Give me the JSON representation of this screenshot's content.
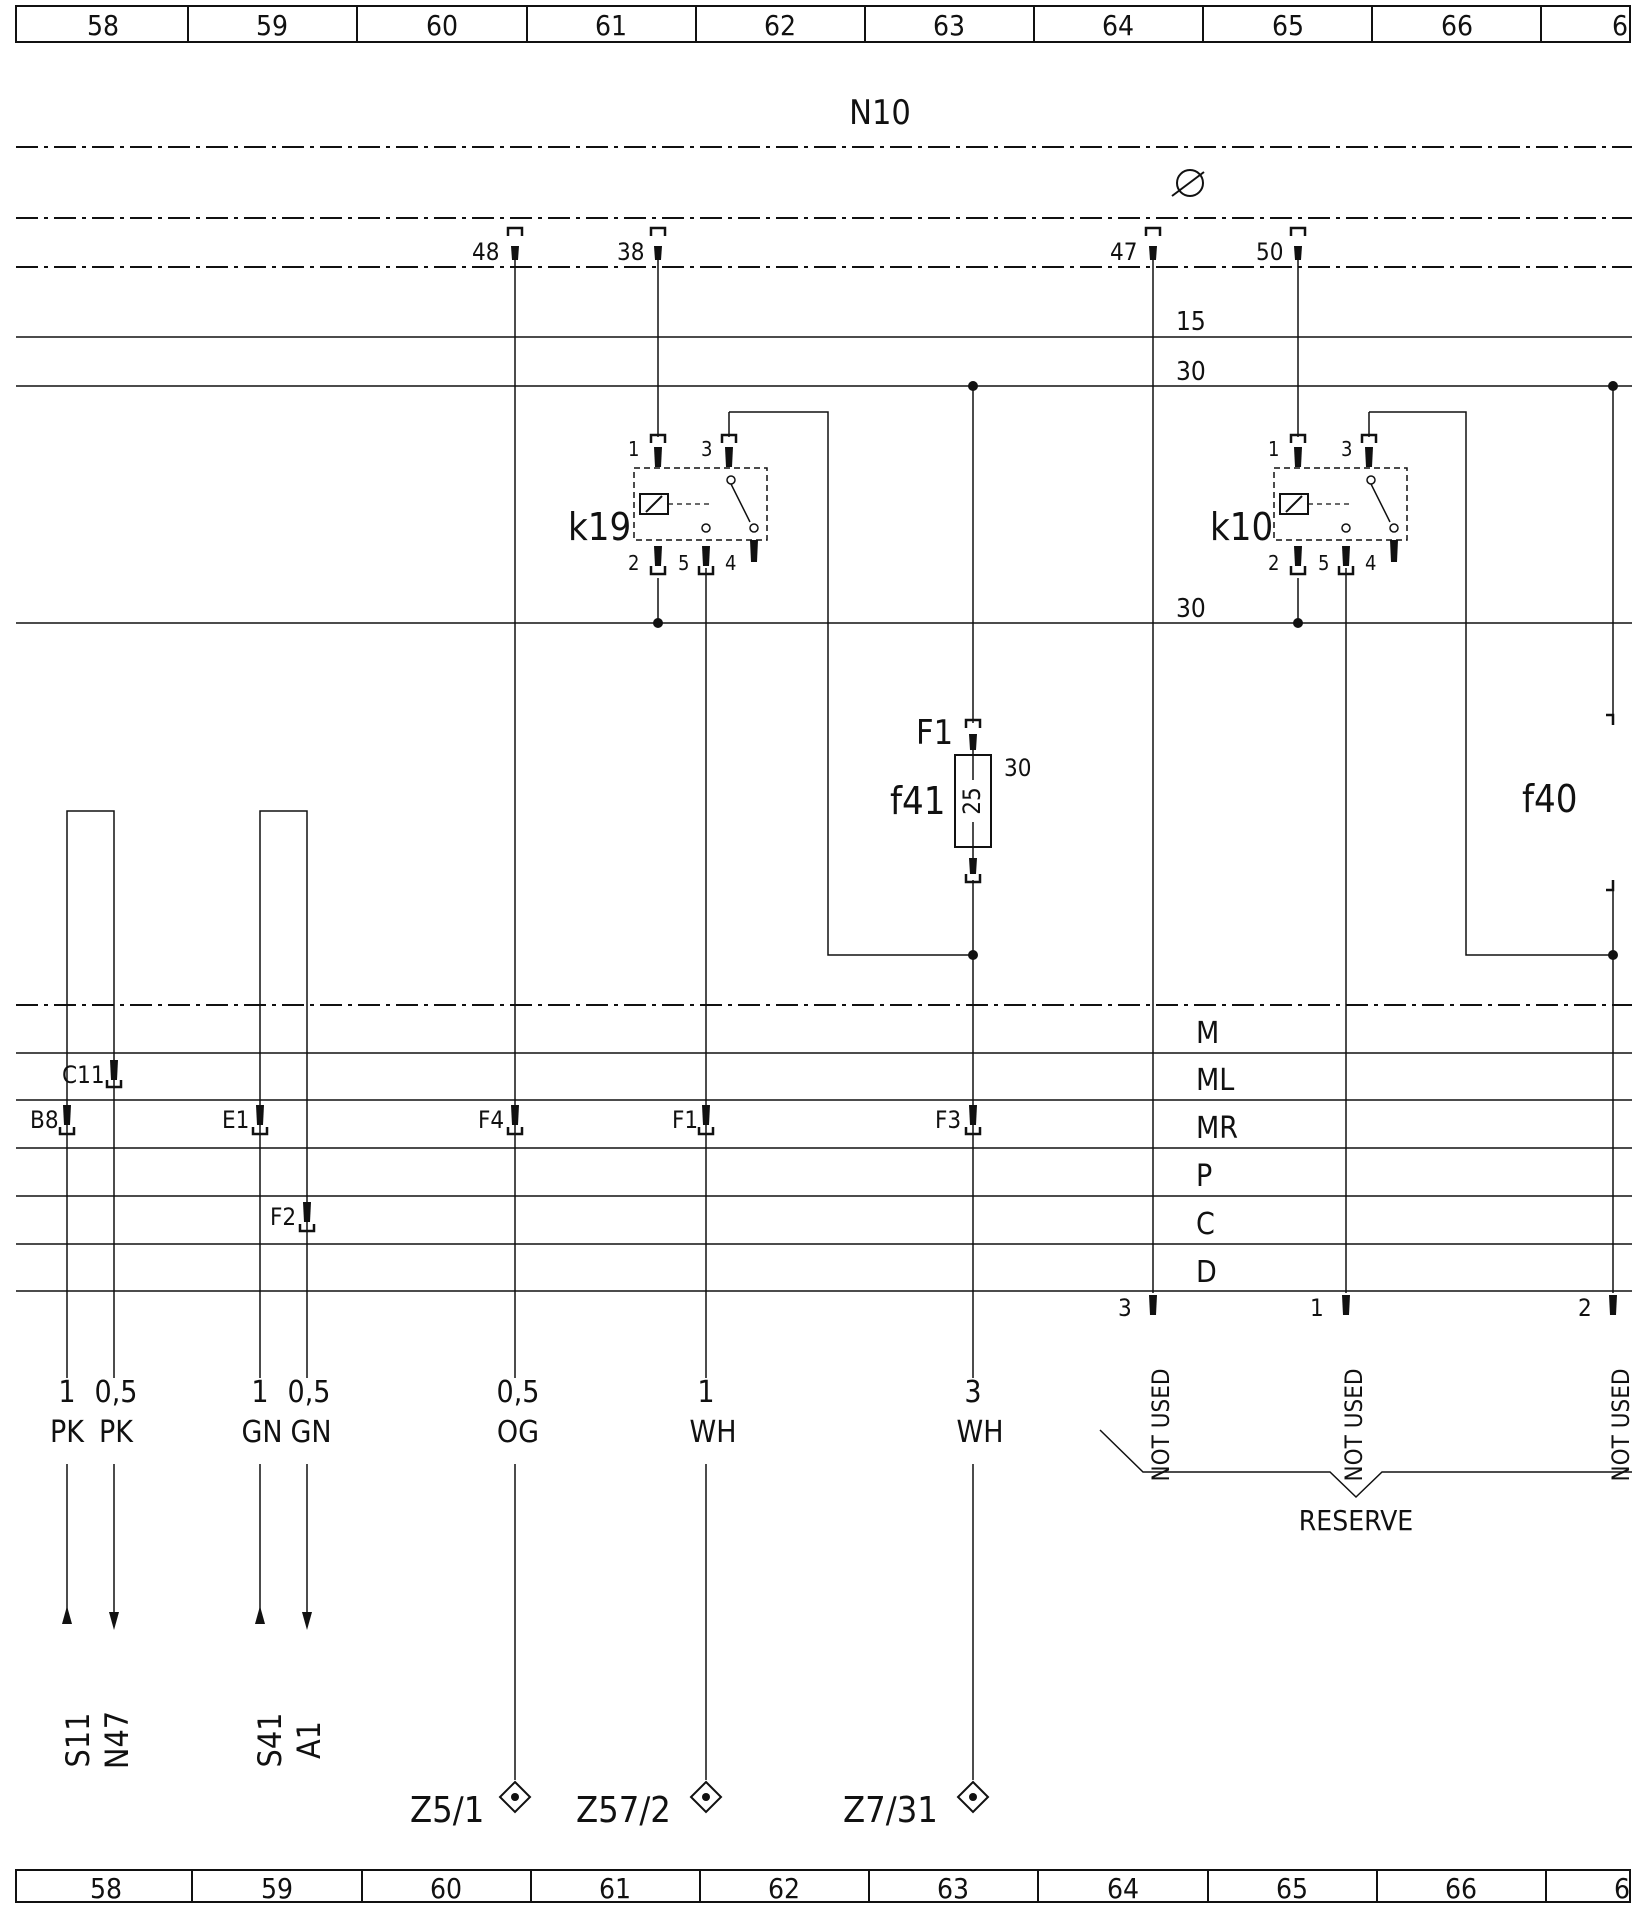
{
  "grid_top": [
    "58",
    "59",
    "60",
    "61",
    "62",
    "63",
    "64",
    "65",
    "66",
    "6"
  ],
  "grid_bottom": [
    "58",
    "59",
    "60",
    "61",
    "62",
    "63",
    "64",
    "65",
    "66",
    "6"
  ],
  "title": "N10",
  "bus_labels": {
    "b15": "15",
    "b30a": "30",
    "b30b": "30"
  },
  "connectors": {
    "c48": "48",
    "c38": "38",
    "c47": "47",
    "c50": "50"
  },
  "relays": {
    "k19": {
      "name": "k19",
      "pins": [
        "1",
        "3",
        "2",
        "5",
        "4"
      ]
    },
    "k10": {
      "name": "k10",
      "pins": [
        "1",
        "3",
        "2",
        "5",
        "4"
      ]
    }
  },
  "fuses": {
    "f41": {
      "name": "f41",
      "pin": "F1",
      "rating": "25",
      "bus": "30"
    },
    "f40": {
      "name": "f40"
    }
  },
  "harness_rows": [
    "M",
    "ML",
    "MR",
    "P",
    "C",
    "D"
  ],
  "pin_labels": {
    "c11": "C11",
    "b8": "B8",
    "e1": "E1",
    "f2": "F2",
    "f4": "F4",
    "f1": "F1",
    "f3": "F3",
    "n3": "3",
    "n1": "1",
    "n2": "2"
  },
  "wires": [
    {
      "size": "1",
      "color": "PK"
    },
    {
      "size": "0,5",
      "color": "PK"
    },
    {
      "size": "1",
      "color": "GN"
    },
    {
      "size": "0,5",
      "color": "GN"
    },
    {
      "size": "0,5",
      "color": "OG"
    },
    {
      "size": "1",
      "color": "WH"
    },
    {
      "size": "3",
      "color": "WH"
    }
  ],
  "not_used": "NOT USED",
  "reserve": "RESERVE",
  "destinations": [
    "S11",
    "N47",
    "S41",
    "A1"
  ],
  "grounds": [
    "Z5/1",
    "Z57/2",
    "Z7/31"
  ]
}
